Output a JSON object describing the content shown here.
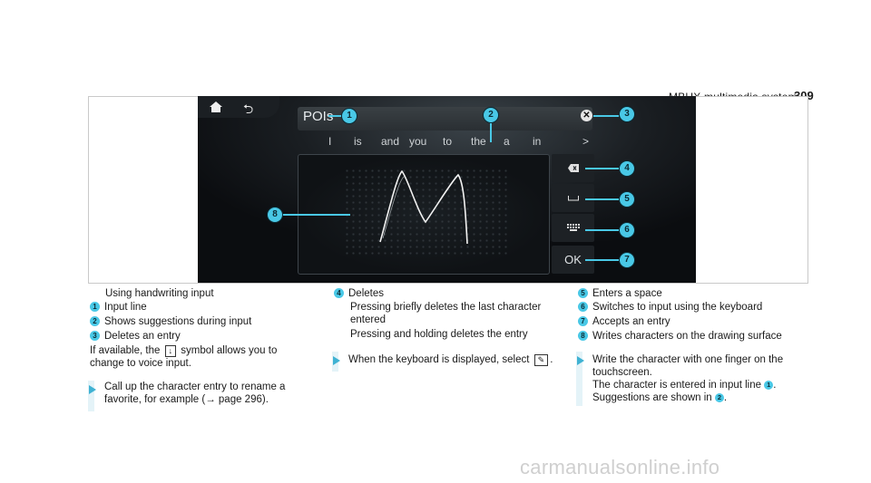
{
  "header": {
    "title": "MBUX multimedia system",
    "page": "309"
  },
  "screen": {
    "input_text": "POIs",
    "suggestions": [
      "I",
      "is",
      "and",
      "you",
      "to",
      "the",
      "a",
      "in",
      ">"
    ],
    "buttons": {
      "ok": "OK"
    },
    "callouts": [
      "1",
      "2",
      "3",
      "4",
      "5",
      "6",
      "7",
      "8"
    ]
  },
  "col1": {
    "intro": "Using handwriting input",
    "items": [
      {
        "n": "1",
        "text": "Input line"
      },
      {
        "n": "2",
        "text": "Shows suggestions during input"
      },
      {
        "n": "3",
        "text": "Deletes an entry"
      }
    ],
    "para_a": "If available, the",
    "para_b": "symbol allows you to",
    "para_c": "change to voice input.",
    "step_a": "Call up the character entry to rename a",
    "step_b": "favorite, for example (→ page 296)."
  },
  "col2": {
    "items": [
      {
        "n": "4",
        "text": "Deletes"
      }
    ],
    "l2": "Pressing briefly deletes the last character",
    "l3": "entered",
    "l4": "Pressing and holding deletes the entry",
    "step_a": "When the keyboard is displayed, select",
    "step_icon": "✎",
    "step_b": "."
  },
  "col3": {
    "items": [
      {
        "n": "5",
        "text": "Enters a space"
      },
      {
        "n": "6",
        "text": "Switches to input using the keyboard"
      },
      {
        "n": "7",
        "text": "Accepts an entry"
      },
      {
        "n": "8",
        "text": "Writes characters on the drawing surface"
      }
    ],
    "step_a": "Write the character with one finger on the",
    "step_b": "touchscreen.",
    "step_c": "The character is entered in input line",
    "step_c_ref": "1",
    "step_d": "Suggestions are shown in",
    "step_d_ref": "2"
  },
  "watermark": "carmanualsonline.info",
  "colors": {
    "accent": "#49c8e6",
    "step_bg": "#e4f3f8"
  }
}
